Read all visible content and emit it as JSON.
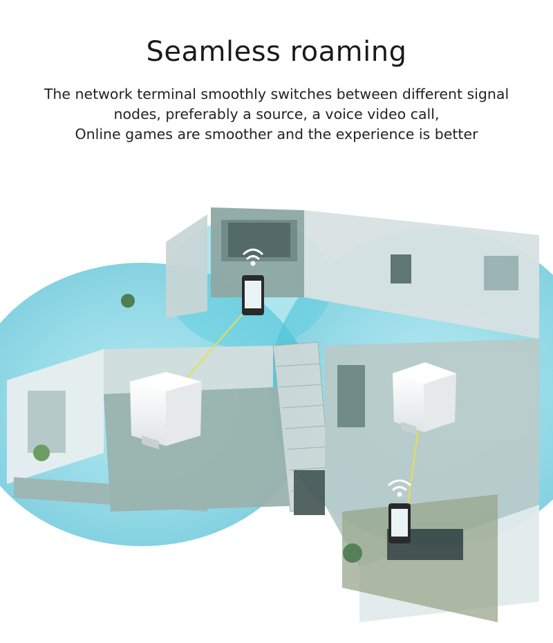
{
  "heading": {
    "title": "Seamless roaming",
    "lines": [
      "The network terminal smoothly switches between different signal",
      "nodes, preferably a source, a voice video call,",
      "Online games are smoother and the experience is better"
    ]
  },
  "illustration": {
    "colors": {
      "coverage": "#4cc3d9",
      "walls": "#e6eef0",
      "floor": "#8fa9a6",
      "link": "#e6e04a",
      "router": "#f4f6f6"
    }
  }
}
